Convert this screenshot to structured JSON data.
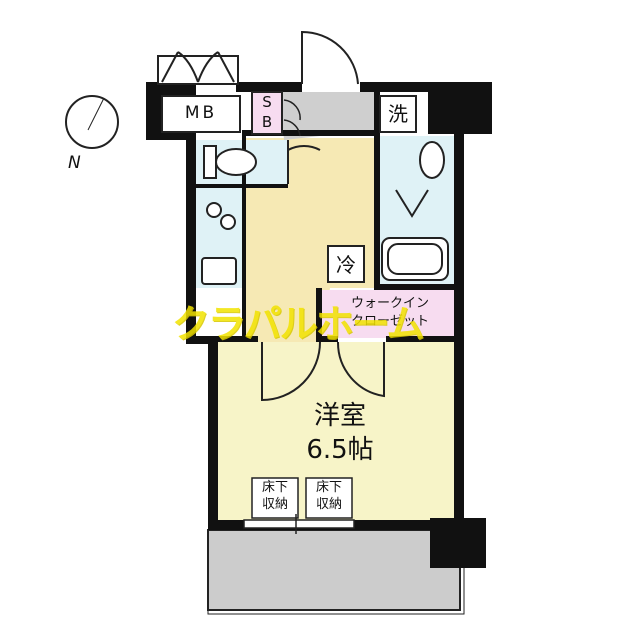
{
  "compass": {
    "north_label": "N"
  },
  "rooms": {
    "mb": "MB",
    "sb_1": "S",
    "sb_2": "B",
    "laundry": "洗",
    "fridge": "冷",
    "wic_line1": "ウォークイン",
    "wic_line2": "クローゼット",
    "western_room_name": "洋室",
    "western_room_size": "6.5帖",
    "underfloor_storage_1_line1": "床下",
    "underfloor_storage_1_line2": "収納",
    "underfloor_storage_2_line1": "床下",
    "underfloor_storage_2_line2": "収納"
  },
  "watermark": "クラパルホーム",
  "colors": {
    "wall": "#111111",
    "corridor": "#f6e9b4",
    "western_room": "#f7f4c8",
    "wet_area": "#dff2f6",
    "walk_in_closet": "#f7dcf0",
    "storage": "#cfcfcf",
    "balcony": "#cccccc",
    "watermark": "#f2e300"
  }
}
